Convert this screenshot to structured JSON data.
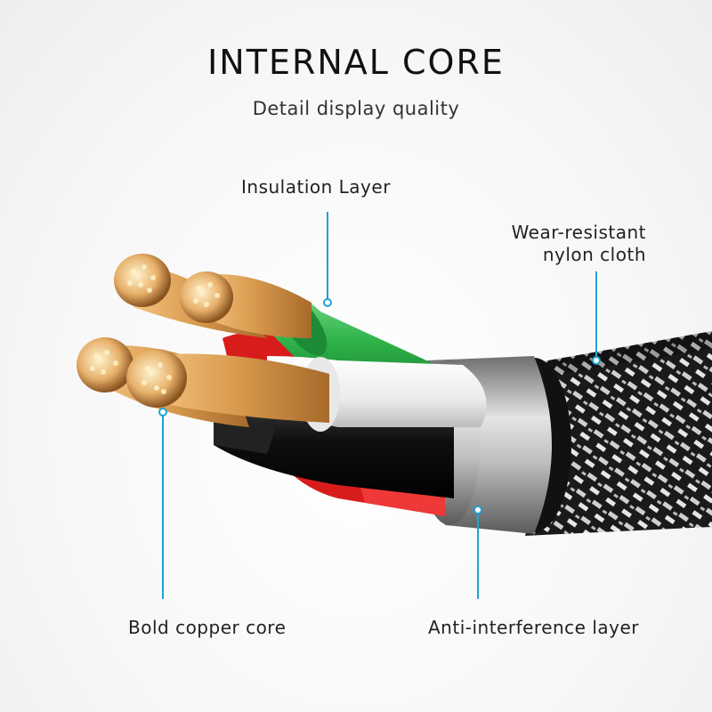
{
  "header": {
    "title": "INTERNAL CORE",
    "subtitle": "Detail display quality"
  },
  "callouts": {
    "insulation": "Insulation Layer",
    "wear_line1": "Wear-resistant",
    "wear_line2": "nylon cloth",
    "copper": "Bold copper core",
    "anti": "Anti-interference layer"
  },
  "colors": {
    "accent_line": "#1fa3d6",
    "copper": "#d99a4e",
    "green_wire": "#2fb24a",
    "red_wire": "#e02020",
    "white_wire": "#f2f2f2",
    "black_wire": "#151515",
    "shield": "#a8a8a8",
    "braid_dark": "#1a1a1a",
    "braid_light": "#e6e6e6"
  }
}
